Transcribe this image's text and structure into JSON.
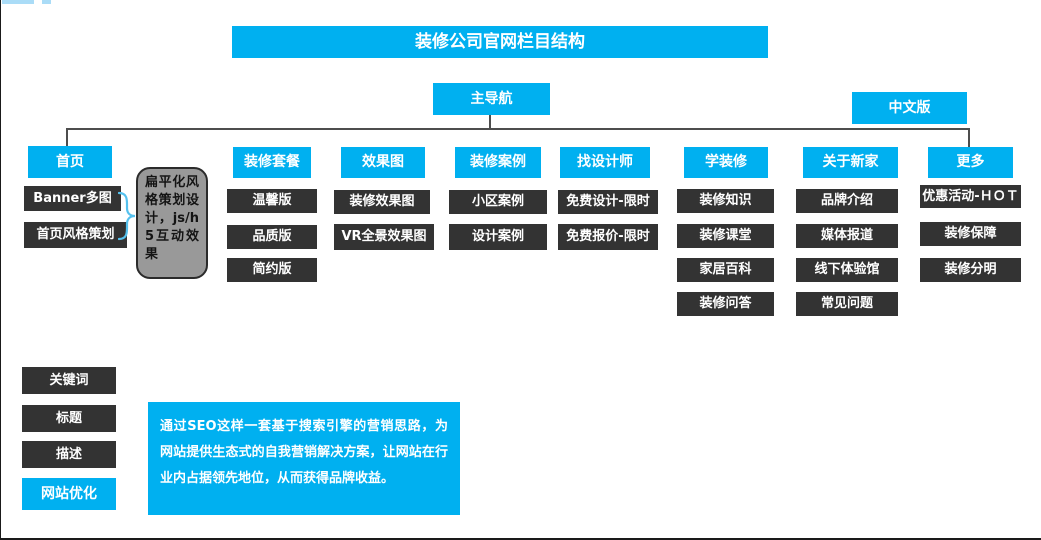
{
  "title": "装修公司官网栏目结构",
  "nav": {
    "main": "主导航",
    "lang": "中文版"
  },
  "columns": [
    {
      "header": "首页",
      "items": [
        "Banner多图",
        "首页风格策划"
      ]
    },
    {
      "header": "装修套餐",
      "items": [
        "温馨版",
        "品质版",
        "简约版"
      ]
    },
    {
      "header": "效果图",
      "items": [
        "装修效果图",
        "VR全景效果图"
      ]
    },
    {
      "header": "装修案例",
      "items": [
        "小区案例",
        "设计案例"
      ]
    },
    {
      "header": "找设计师",
      "items": [
        "免费设计-限时",
        "免费报价-限时"
      ]
    },
    {
      "header": "学装修",
      "items": [
        "装修知识",
        "装修课堂",
        "家居百科",
        "装修问答"
      ]
    },
    {
      "header": "关于新家",
      "items": [
        "品牌介绍",
        "媒体报道",
        "线下体验馆",
        "常见问题"
      ]
    },
    {
      "header": "更多",
      "items": [
        "优惠活动-ＨＯＴ",
        "装修保障",
        "装修分明"
      ]
    }
  ],
  "note": "扁平化风格策划设计，js/h5互动效果",
  "seo": {
    "labels": [
      "关键词",
      "标题",
      "描述"
    ],
    "highlight": "网站优化",
    "description": "通过SEO这样一套基于搜索引擎的营销思路，为网站提供生态式的自我营销解决方案，让网站在行业内占据领先地位，从而获得品牌收益。"
  },
  "colors": {
    "accent_cyan": "#00b0f0",
    "dark_box": "#333333",
    "note_fill": "#999999",
    "connector": "#4d4d4d",
    "top_bars": "#aadcf7"
  }
}
